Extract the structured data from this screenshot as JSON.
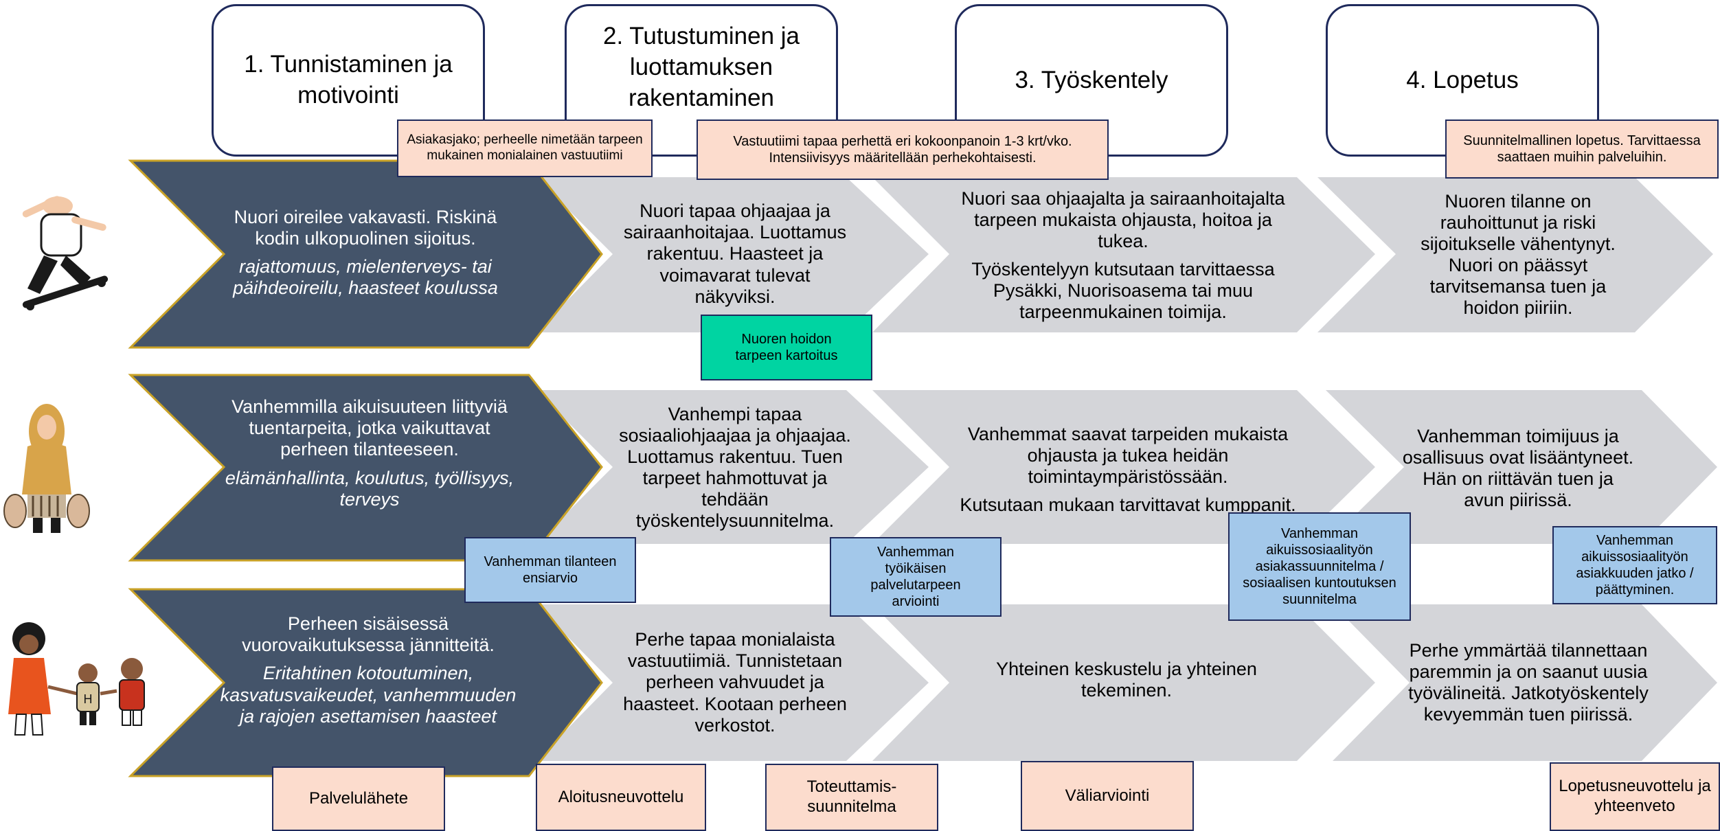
{
  "phases": [
    {
      "label": "1. Tunnistaminen ja motivointi"
    },
    {
      "label": "2. Tutustuminen ja luottamuksen rakentaminen"
    },
    {
      "label": "3. Työskentely"
    },
    {
      "label": "4. Lopetus"
    }
  ],
  "callouts_top": {
    "asiakasjako": "Asiakasjako; perheelle nimetään tarpeen mukainen monialainen vastuutiimi",
    "vastuutiimi": "Vastuutiimi tapaa perhettä eri kokoonpanoin 1-3 krt/vko. Intensiivisyys määritellään perhekohtaisesti.",
    "lopetus": "Suunnitelmallinen lopetus. Tarvittaessa saattaen muihin palveluihin."
  },
  "rows": [
    {
      "icon": "skateboarder-icon",
      "intro": "Nuori oireilee vakavasti. Riskinä kodin ulkopuolinen sijoitus.",
      "intro_italic": "rajattomuus, mielenterveys- tai päihdeoireilu, haasteet koulussa",
      "phase2": "Nuori tapaa ohjaajaa ja sairaanhoitajaa. Luottamus rakentuu. Haasteet ja voimavarat tulevat näkyviksi.",
      "phase3_a": "Nuori saa ohjaajalta ja sairaanhoitajalta tarpeen mukaista ohjausta, hoitoa ja tukea.",
      "phase3_b": "Työskentelyyn kutsutaan tarvittaessa Pysäkki, Nuorisoasema tai muu tarpeenmukainen toimija.",
      "phase4": "Nuoren tilanne on rauhoittunut ja riski sijoitukselle vähentynyt. Nuori on päässyt tarvitsemansa tuen ja hoidon piiriin."
    },
    {
      "icon": "parent-with-bags-icon",
      "intro": "Vanhemmilla aikuisuuteen liittyviä tuentarpeita, jotka vaikuttavat perheen tilanteeseen.",
      "intro_italic": "elämänhallinta, koulutus, työllisyys, terveys",
      "phase2": "Vanhempi tapaa sosiaaliohjaajaa ja ohjaajaa. Luottamus rakentuu. Tuen tarpeet hahmottuvat ja tehdään työskentelysuunnitelma.",
      "phase3_a": "Vanhemmat saavat tarpeiden mukaista ohjausta ja tukea heidän toimintaympäristössään.",
      "phase3_b": "Kutsutaan mukaan tarvittavat kumppanit.",
      "phase4": "Vanhemman toimijuus ja osallisuus ovat lisääntyneet. Hän on riittävän tuen ja avun piirissä."
    },
    {
      "icon": "family-icon",
      "intro": "Perheen sisäisessä vuorovaikutuksessa jännitteitä.",
      "intro_italic": "Eritahtinen kotoutuminen, kasvatusvaikeudet, vanhemmuuden ja rajojen asettamisen haasteet",
      "phase2": "Perhe tapaa monialaista vastuutiimiä. Tunnistetaan perheen vahvuudet ja haasteet. Kootaan perheen verkostot.",
      "phase3": "Yhteinen keskustelu ja yhteinen tekeminen.",
      "phase4": "Perhe ymmärtää tilannettaan paremmin ja on saanut uusia työvälineitä. Jatkotyöskentely kevyemmän tuen piirissä."
    }
  ],
  "green_box": "Nuoren hoidon tarpeen kartoitus",
  "blue_boxes": {
    "ensiarvio": "Vanhemman tilanteen ensiarvio",
    "palvelutarve": "Vanhemman työikäisen palvelutarpeen arviointi",
    "suunnitelma": "Vanhemman aikuissosiaalityön asiakassuunnitelma / sosiaalisen kuntoutuksen suunnitelma",
    "jatko": "Vanhemman aikuissosiaalityön asiakkuuden jatko / päättyminen."
  },
  "milestones": [
    "Palvelulähete",
    "Aloitusneuvottelu",
    "Toteuttamis-suunnitelma",
    "Väliarviointi",
    "Lopetusneuvottelu ja yhteenveto"
  ],
  "colors": {
    "dark_arrow": "#44546a",
    "dark_arrow_border": "#c9a227",
    "grey_arrow": "#d4d5d9",
    "box_border": "#1f2a5c",
    "peach": "#fcdccd",
    "blue": "#a3c8ea",
    "green": "#00d4a2"
  }
}
